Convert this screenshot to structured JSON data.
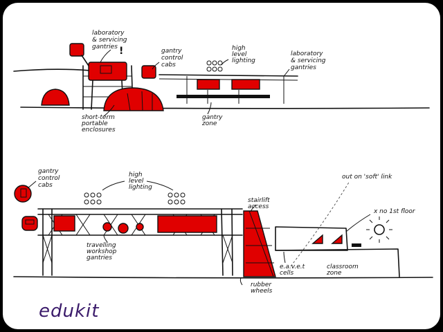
{
  "colors": {
    "accent_red": "#e00000",
    "ink": "#111111",
    "brand": "#3a1a6a",
    "frame": "#000000",
    "paper": "#ffffff"
  },
  "top_sketch": {
    "lab_gantries_left": [
      "laboratory",
      "& servicing",
      "gantries"
    ],
    "gantry_cabs": [
      "gantry",
      "control",
      "cabs"
    ],
    "high_lighting": [
      "high",
      "level",
      "lighting"
    ],
    "lab_gantries_right": [
      "laboratory",
      "& servicing",
      "gantries"
    ],
    "enclosures": [
      "short-term",
      "portable",
      "enclosures"
    ],
    "gantry_zone": [
      "gantry",
      "zone"
    ]
  },
  "bottom_sketch": {
    "gantry_cabs": [
      "gantry",
      "control",
      "cabs"
    ],
    "high_lighting": [
      "high",
      "level",
      "lighting"
    ],
    "soft_link": "out on 'soft' link",
    "stairlift": [
      "stairlift",
      "access"
    ],
    "no_first_floor": "x no 1st floor",
    "workshop_gantries": [
      "travelling",
      "workshop",
      "gantries"
    ],
    "cells": [
      "e.a.v.e.t",
      "cells"
    ],
    "classroom": [
      "classroom",
      "zone"
    ],
    "rubber_wheels": [
      "rubber",
      "wheels"
    ]
  },
  "brand": "edukit"
}
